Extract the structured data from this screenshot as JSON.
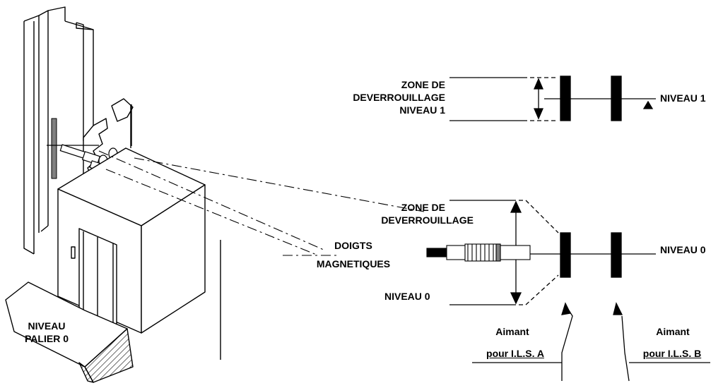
{
  "labels": {
    "zone_niveau1": [
      "ZONE DE",
      "DEVERROUILLAGE",
      "NIVEAU 1"
    ],
    "niveau1": "NIVEAU 1",
    "zone_niveau0": [
      "ZONE DE",
      "DEVERROUILLAGE"
    ],
    "doigts": [
      "DOIGTS",
      "MAGNETIQUES"
    ],
    "niveau0_left": "NIVEAU 0",
    "niveau0_right": "NIVEAU 0",
    "niveau_palier": [
      "NIVEAU",
      "PALIER 0"
    ],
    "aimant_a": [
      "Aimant",
      "pour I.L.S. A"
    ],
    "aimant_b": [
      "Aimant",
      "pour I.L.S. B"
    ]
  },
  "colors": {
    "ink": "#000000",
    "magnet_bar": "#808080",
    "sensor_body": "#d8d8d8"
  }
}
